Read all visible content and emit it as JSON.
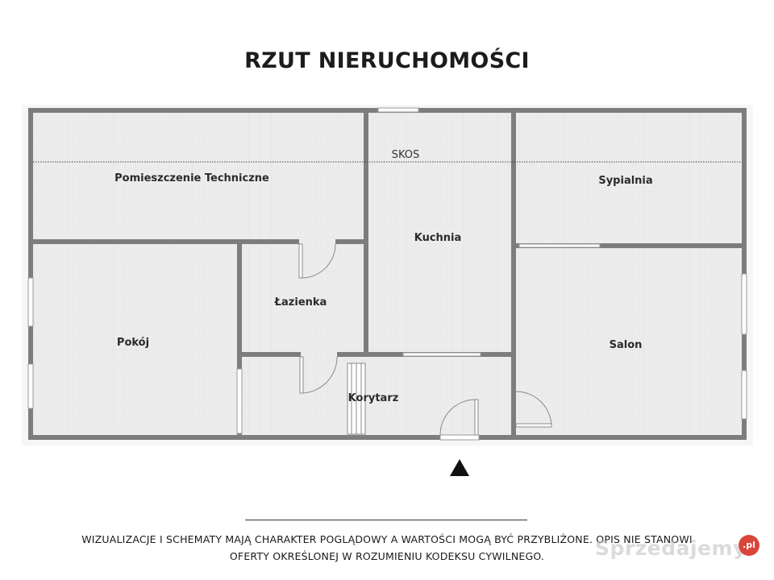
{
  "title": "RZUT NIERUCHOMOŚCI",
  "skos_label": "SKOS",
  "rooms": {
    "technical": "Pomieszczenie Techniczne",
    "kitchen": "Kuchnia",
    "bedroom": "Sypialnia",
    "room": "Pokój",
    "bathroom": "Łazienka",
    "salon": "Salon",
    "corridor": "Korytarz"
  },
  "disclaimer_line1": "WIZUALIZACJE I SCHEMATY MAJĄ CHARAKTER POGLĄDOWY A WARTOŚCI MOGĄ BYĆ PRZYBLIŻONE. OPIS NIE STANOWI",
  "disclaimer_line2": "OFERTY OKREŚLONEJ W ROZUMIENIU KODEKSU CYWILNEGO.",
  "watermark": "Sprzedajemy",
  "watermark_badge": ".pl",
  "colors": {
    "wall": "#7d7d80",
    "floor": "#ececec",
    "grid": "#e2e2e2",
    "window": "#ffffff"
  }
}
